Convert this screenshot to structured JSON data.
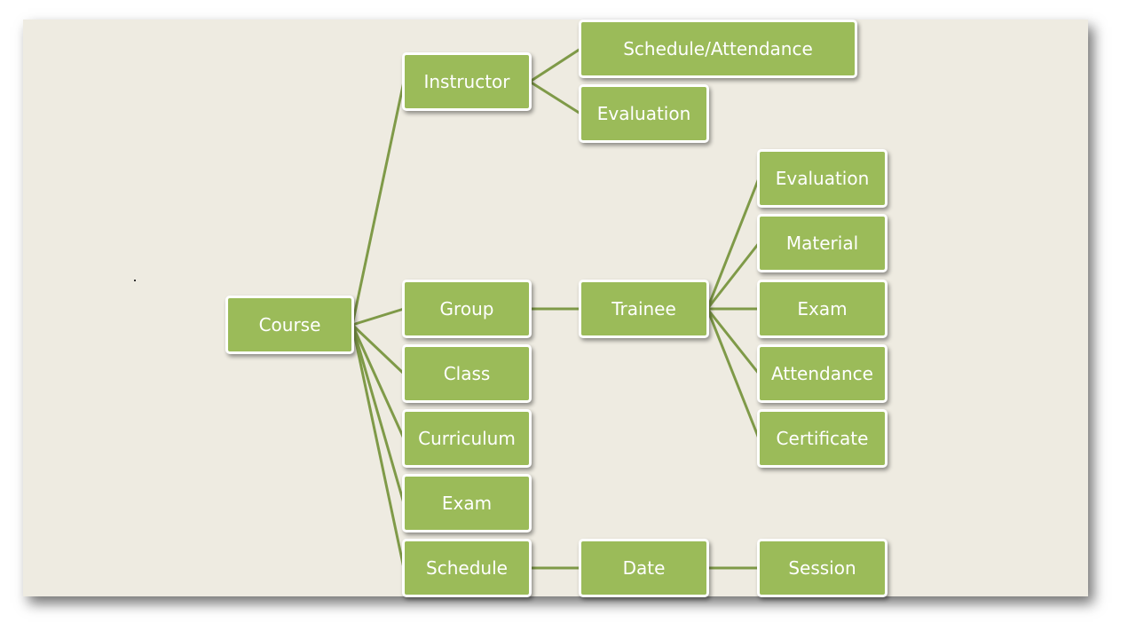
{
  "colors": {
    "background": "#eeebe1",
    "node_fill": "#9bbb59",
    "node_border": "#ffffff",
    "connector": "#7f9a48",
    "text": "#ffffff"
  },
  "nodes": {
    "course": "Course",
    "instructor": "Instructor",
    "schedule_attendance": "Schedule/Attendance",
    "instructor_evaluation": "Evaluation",
    "group": "Group",
    "trainee": "Trainee",
    "trainee_evaluation": "Evaluation",
    "material": "Material",
    "trainee_exam": "Exam",
    "attendance": "Attendance",
    "certificate": "Certificate",
    "class": "Class",
    "curriculum": "Curriculum",
    "exam": "Exam",
    "schedule": "Schedule",
    "date": "Date",
    "session": "Session"
  },
  "edges": [
    [
      "course",
      "instructor"
    ],
    [
      "course",
      "group"
    ],
    [
      "course",
      "class"
    ],
    [
      "course",
      "curriculum"
    ],
    [
      "course",
      "exam"
    ],
    [
      "course",
      "schedule"
    ],
    [
      "instructor",
      "schedule_attendance"
    ],
    [
      "instructor",
      "instructor_evaluation"
    ],
    [
      "group",
      "trainee"
    ],
    [
      "trainee",
      "trainee_evaluation"
    ],
    [
      "trainee",
      "material"
    ],
    [
      "trainee",
      "trainee_exam"
    ],
    [
      "trainee",
      "attendance"
    ],
    [
      "trainee",
      "certificate"
    ],
    [
      "schedule",
      "date"
    ],
    [
      "date",
      "session"
    ]
  ]
}
